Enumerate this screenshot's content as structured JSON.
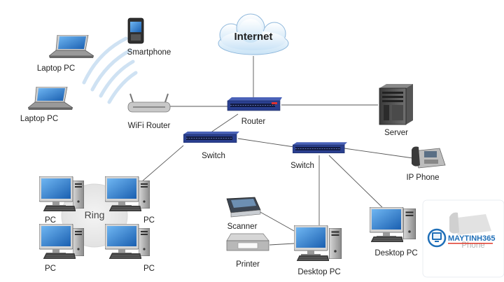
{
  "labels": {
    "internet": "Internet",
    "router": "Router",
    "server": "Server",
    "wifi_router": "WiFi Router",
    "smartphone": "Smartphone",
    "laptop_top": "Laptop PC",
    "laptop_bottom": "Laptop PC",
    "switch_left": "Switch",
    "switch_right": "Switch",
    "ip_phone": "IP Phone",
    "ring": "Ring",
    "pc_tl": "PC",
    "pc_tr": "PC",
    "pc_bl": "PC",
    "pc_br": "PC",
    "scanner": "Scanner",
    "printer": "Printer",
    "desktop_pc": "Desktop PC",
    "desktop_pc_right": "Desktop PC"
  },
  "watermark": {
    "brand": "MAYTINH365",
    "ghost_text": "Phone"
  },
  "colors": {
    "line": "#555555",
    "switch_blue": "#2a3f8f",
    "brand_blue": "#1f6fb8",
    "brand_red": "#e03a2b"
  }
}
